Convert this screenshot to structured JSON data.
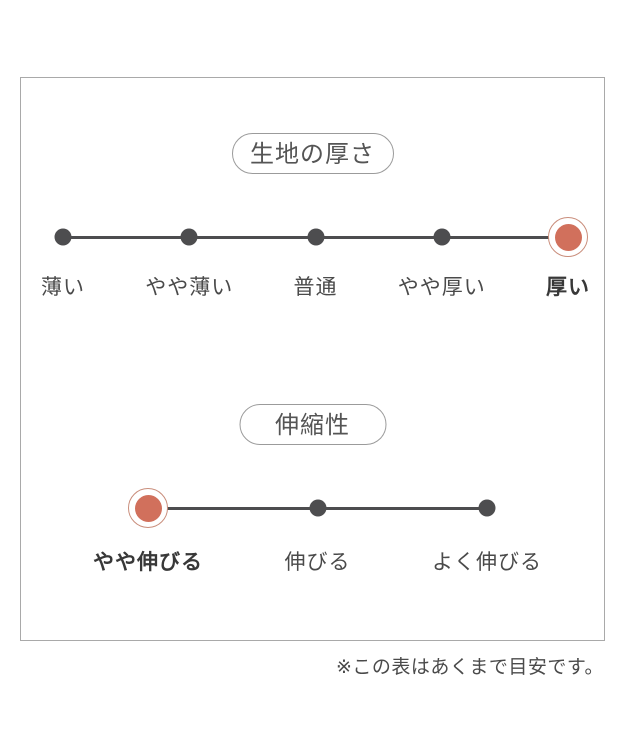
{
  "diagram": {
    "scales": [
      {
        "title": "生地の厚さ",
        "options": [
          "薄い",
          "やや薄い",
          "普通",
          "やや厚い",
          "厚い"
        ],
        "selected_index": 4,
        "selected_label": "厚い"
      },
      {
        "title": "伸縮性",
        "options": [
          "やや伸びる",
          "伸びる",
          "よく伸びる"
        ],
        "selected_index": 0,
        "selected_label": "やや伸びる"
      }
    ],
    "note": "※この表はあくまで目安です。"
  },
  "colors": {
    "accent": "#d1705c",
    "accent_ring": "#c98d7b",
    "dot": "#4d4d4f",
    "label_text": "#4a4a4a",
    "pill_text": "#555555",
    "pill_border": "#9b9b9b",
    "frame_border": "#a9a9a9"
  }
}
